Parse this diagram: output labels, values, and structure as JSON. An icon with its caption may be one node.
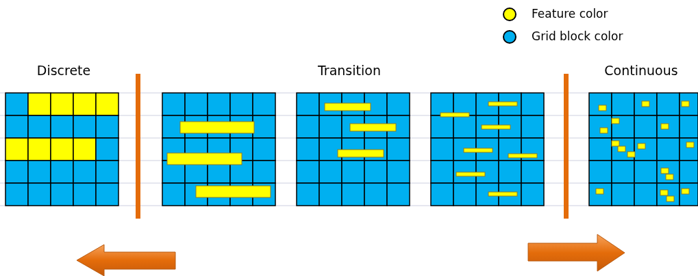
{
  "diagram": {
    "labels": [
      "Discrete",
      "Transition",
      "Continuous"
    ],
    "legend": [
      {
        "text": "Feature color",
        "color": "#ffff00"
      },
      {
        "text": "Grid block color",
        "color": "#00b0f0"
      }
    ]
  }
}
